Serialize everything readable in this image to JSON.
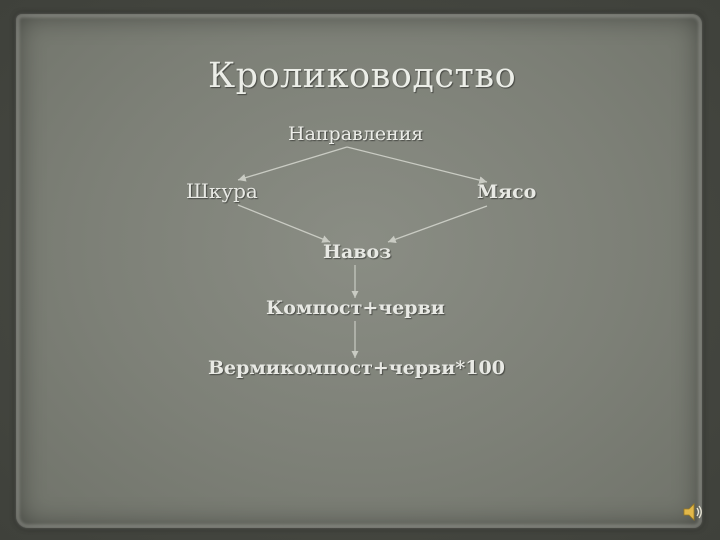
{
  "slide": {
    "title": "Кролиководство",
    "nodes": {
      "directions": "Направления",
      "skin": "Шкура",
      "meat": "Мясо",
      "manure": "Навоз",
      "compost": "Компост+черви",
      "vermicompost": "Вермикомпост+черви*100"
    },
    "icons": {
      "sound": "speaker-icon"
    },
    "colors": {
      "background": "#7d8077",
      "frame": "#45473f",
      "text": "#e8e9e4",
      "connector": "#c9cbc3"
    }
  }
}
